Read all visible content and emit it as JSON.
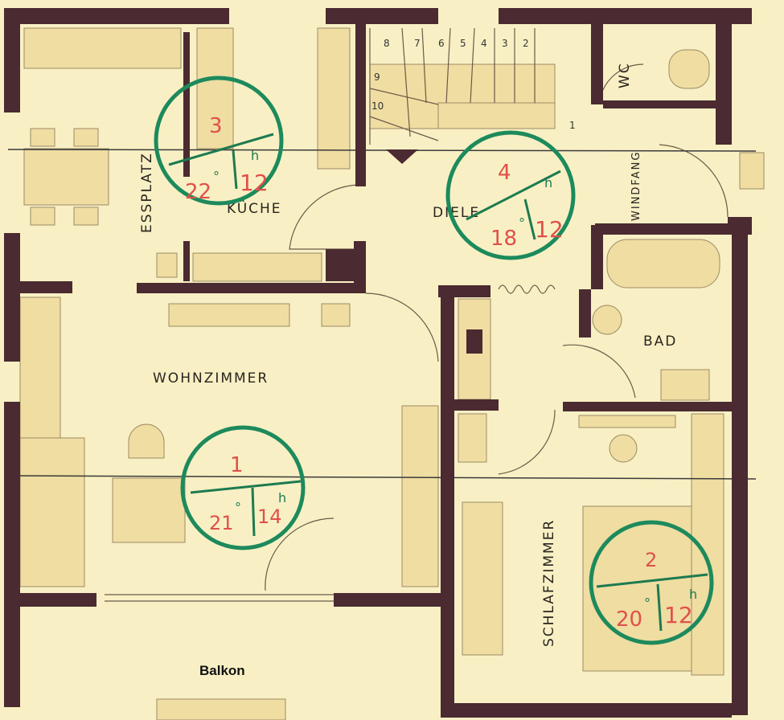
{
  "rooms": {
    "essplatz": "ESSPLATZ",
    "kueche": "KÜCHE",
    "diele": "DIELE",
    "wc": "WC",
    "windfang": "WINDFANG",
    "bad": "BAD",
    "wohnzimmer": "WOHNZIMMER",
    "schlafzimmer": "SCHLAFZIMMER",
    "balkon": "Balkon"
  },
  "stairs": {
    "top_steps": [
      "8",
      "7",
      "6",
      "5",
      "4",
      "3",
      "2"
    ],
    "side_steps": [
      "9",
      "10"
    ],
    "first_step": "1"
  },
  "markers": [
    {
      "room_no": "3",
      "temp": "22",
      "hours": "12",
      "temp_unit": "°",
      "hours_unit": "h"
    },
    {
      "room_no": "4",
      "temp": "18",
      "hours": "12",
      "temp_unit": "°",
      "hours_unit": "h"
    },
    {
      "room_no": "1",
      "temp": "21",
      "hours": "14",
      "temp_unit": "°",
      "hours_unit": "h"
    },
    {
      "room_no": "2",
      "temp": "20",
      "hours": "12",
      "temp_unit": "°",
      "hours_unit": "h"
    }
  ],
  "colors": {
    "wall": "#4b2a31",
    "paper": "#f8f0c4",
    "marker_ring": "#1d8a5c",
    "marker_text": "#e0504a"
  }
}
